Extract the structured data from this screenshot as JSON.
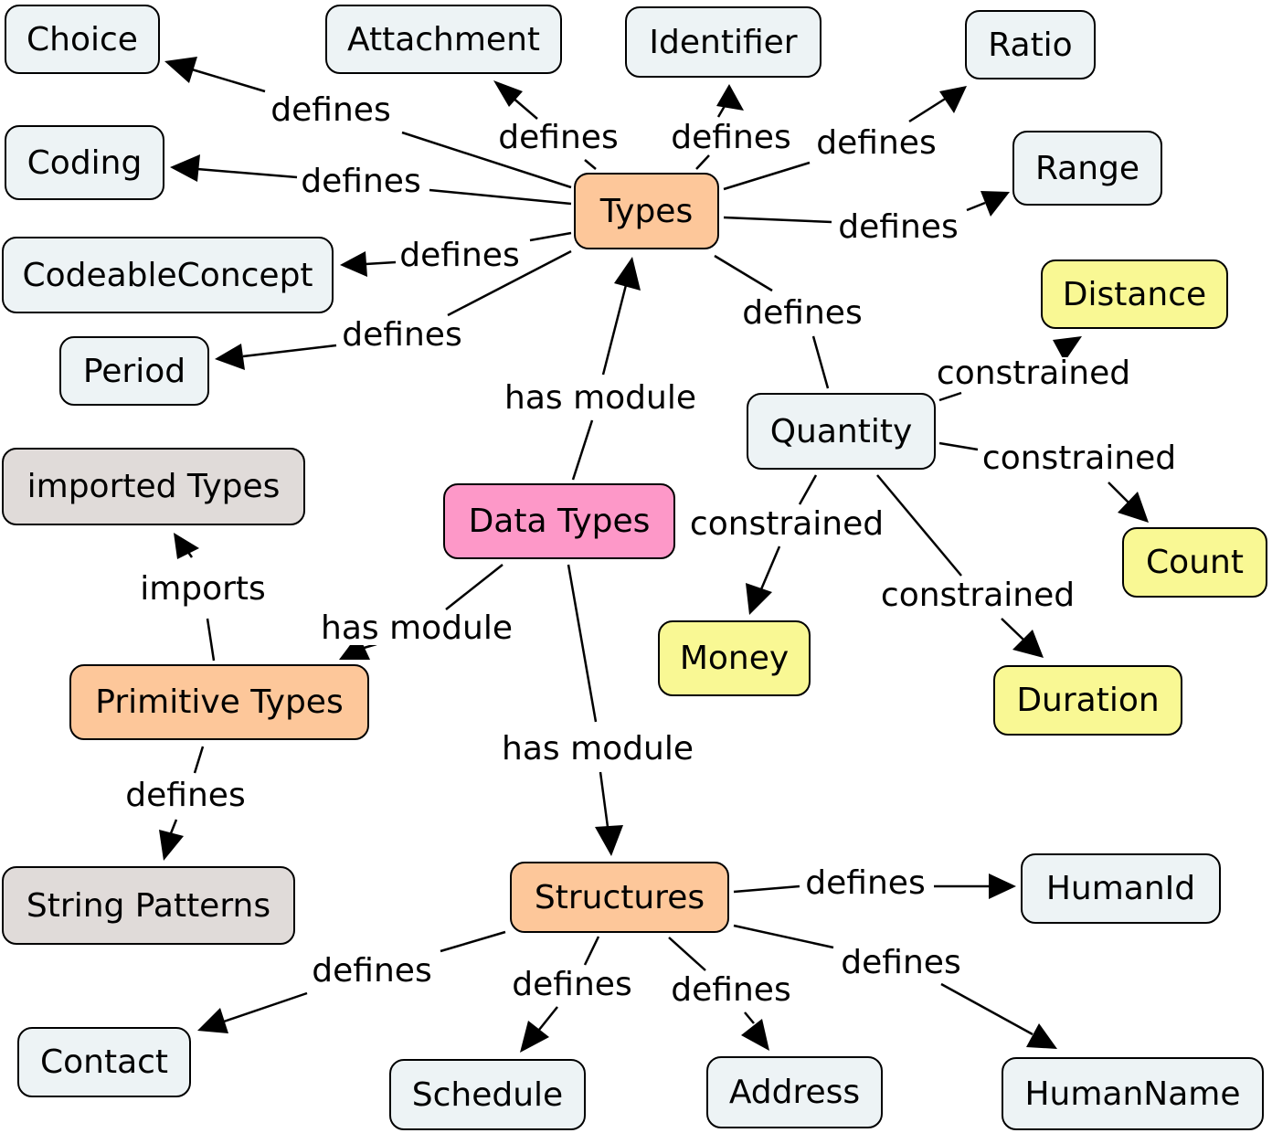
{
  "nodes": {
    "data_types": "Data Types",
    "types": "Types",
    "primitive_types": "Primitive Types",
    "structures": "Structures",
    "imported_types": "imported Types",
    "string_patterns": "String Patterns",
    "choice": "Choice",
    "attachment": "Attachment",
    "identifier": "Identifier",
    "ratio": "Ratio",
    "coding": "Coding",
    "range": "Range",
    "codeable_concept": "CodeableConcept",
    "period": "Period",
    "quantity": "Quantity",
    "distance": "Distance",
    "count": "Count",
    "money": "Money",
    "duration": "Duration",
    "human_id": "HumanId",
    "contact": "Contact",
    "schedule": "Schedule",
    "address": "Address",
    "human_name": "HumanName"
  },
  "relations": {
    "defines": "defines",
    "has_module": "has module",
    "constrained": "constrained",
    "imports": "imports"
  },
  "colors": {
    "module": "#fdc79a",
    "root": "#fd98c8",
    "concept": "#edf3f5",
    "constrained_type": "#f9f894",
    "imported": "#e0dbd9"
  }
}
